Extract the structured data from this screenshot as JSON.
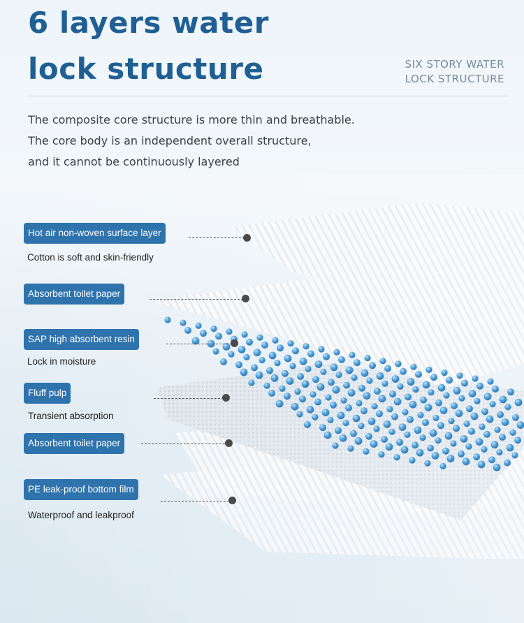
{
  "header": {
    "title_line_1": "6 layers water",
    "title_line_2": "lock structure",
    "subtitle_line_1": "SIX STORY WATER",
    "subtitle_line_2": "LOCK STRUCTURE"
  },
  "description": [
    "The composite core structure is more thin and breathable.",
    "The core body is an independent overall structure,",
    "and it cannot be continuously layered"
  ],
  "layers": [
    {
      "label": "Hot air non-woven surface layer",
      "note": "Cotton is soft and skin-friendly"
    },
    {
      "label": "Absorbent toilet paper",
      "note": ""
    },
    {
      "label": "SAP high absorbent resin",
      "note": "Lock in moisture"
    },
    {
      "label": "Fluff pulp",
      "note": "Transient absorption"
    },
    {
      "label": "Absorbent toilet paper",
      "note": ""
    },
    {
      "label": "PE leak-proof bottom film",
      "note": "Waterproof and leakproof"
    }
  ],
  "colors": {
    "title": "#1f5f93",
    "tag_background": "#2f73ad",
    "bead_blue": "#4f9fd8"
  }
}
